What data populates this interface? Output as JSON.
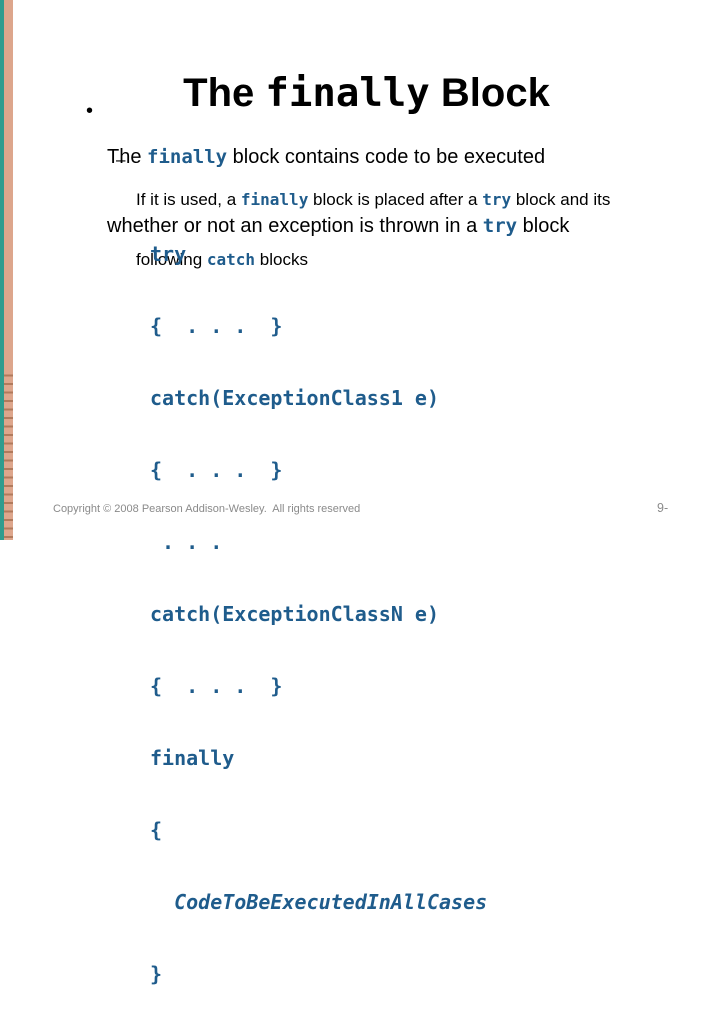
{
  "slide": {
    "decoration": {
      "teal_stripe_color": "#2f9c8e",
      "tan_stripe_color": "#dda68c",
      "rule_line_color": "#8d5634"
    },
    "title": {
      "pre": "The ",
      "keyword": "finally",
      "post": " Block"
    },
    "bullet": {
      "marker": "•",
      "lines": [
        [
          {
            "t": "The "
          },
          {
            "t": "finally"
          },
          {
            "t": " block contains code to be executed"
          }
        ],
        [
          {
            "t": "whether or not an exception is thrown in a "
          },
          {
            "t": "try"
          },
          {
            "t": " block"
          }
        ]
      ]
    },
    "sub_bullet": {
      "marker": "–",
      "lines": [
        [
          {
            "t": "If it is used, a "
          },
          {
            "t": "finally"
          },
          {
            "t": " block is placed after a "
          },
          {
            "t": "try"
          },
          {
            "t": " block and its"
          }
        ],
        [
          {
            "t": "following "
          },
          {
            "t": "catch"
          },
          {
            "t": " blocks"
          }
        ]
      ]
    },
    "code": {
      "color": "#1f5c8c",
      "lines": [
        "try",
        "{  . . .  }",
        "catch(ExceptionClass1 e)",
        "{  . . .  }",
        " . . .",
        "catch(ExceptionClassN e)",
        "{  . . .  }",
        "finally",
        "{",
        "  CodeToBeExecutedInAllCases",
        "}"
      ]
    },
    "footer": {
      "copyright": "Copyright © 2008 Pearson Addison-Wesley.  All rights reserved",
      "page_number": "9-"
    }
  }
}
